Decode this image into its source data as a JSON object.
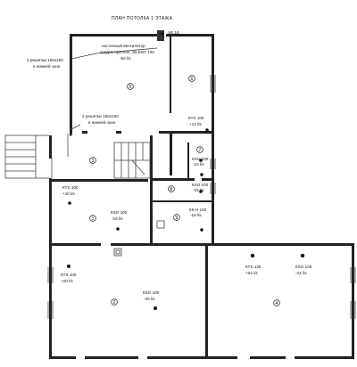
{
  "plan": {
    "title": "ПЛАН ПОТОЛКА 1 ЭТАЖА",
    "shaft": "VE 16",
    "grilles_upper": [
      "2 решётки 150х150",
      "в нижней зоне"
    ],
    "grilles_middle": [
      "2 решётки 150х150",
      "в нижней зоне"
    ],
    "fan_note": [
      "настенный вентилятор",
      "средне приточн. SILENT 100",
      "-60 l/s"
    ],
    "rooms": [
      {
        "id": "r1",
        "number": "1",
        "lines": [
          "КТS 100",
          "+40 l/s"
        ]
      },
      {
        "id": "r2",
        "number": "2",
        "lines": [
          "КТS 100",
          "+20 l/s",
          "КSO 100",
          "-20 l/s"
        ]
      },
      {
        "id": "r3",
        "number": "3",
        "lines": []
      },
      {
        "id": "r4",
        "number": "4",
        "lines": [
          "КТS 125",
          "+24 l/s",
          "КSO 125",
          "-24 l/s"
        ]
      },
      {
        "id": "r5",
        "number": "5",
        "lines": [
          "КSO 100",
          "-18 l/s"
        ]
      },
      {
        "id": "r6",
        "number": "6",
        "lines": [
          "КТS 100",
          "+12 l/s"
        ]
      },
      {
        "id": "r7",
        "number": "7",
        "lines": [
          "КSO 100",
          "-10 l/s"
        ]
      },
      {
        "id": "r8",
        "number": "8",
        "lines": [
          "КSO 100",
          "-15 l/s"
        ]
      },
      {
        "id": "r9",
        "number": "9",
        "lines": [
          "КК-Н 100",
          "-18 l/s"
        ]
      }
    ]
  }
}
